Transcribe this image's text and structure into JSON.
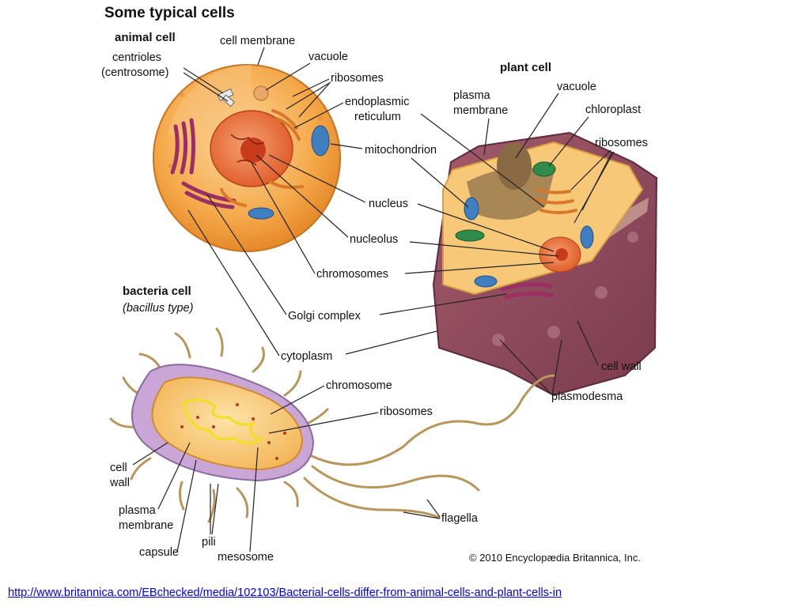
{
  "title": "Some typical cells",
  "animal": {
    "header": "animal cell",
    "labels": {
      "centrioles": "centrioles",
      "centrosome": "(centrosome)",
      "membrane": "cell membrane",
      "vacuole": "vacuole",
      "ribosomes": "ribosomes",
      "er1": "endoplasmic",
      "er2": "reticulum",
      "mito": "mitochondrion",
      "nucleus": "nucleus",
      "nucleolus": "nucleolus",
      "chromosomes": "chromosomes",
      "golgi": "Golgi complex",
      "cytoplasm": "cytoplasm"
    }
  },
  "plant": {
    "header": "plant cell",
    "labels": {
      "plasma1": "plasma",
      "plasma2": "membrane",
      "vacuole": "vacuole",
      "chloroplast": "chloroplast",
      "ribosomes": "ribosomes",
      "wall": "cell wall",
      "plasmodesma": "plasmodesma"
    }
  },
  "bacteria": {
    "header": "bacteria cell",
    "subheader": "(bacillus type)",
    "labels": {
      "chromosome": "chromosome",
      "ribosomes": "ribosomes",
      "wall1": "cell",
      "wall2": "wall",
      "plasma1": "plasma",
      "plasma2": "membrane",
      "capsule": "capsule",
      "pili": "pili",
      "mesosome": "mesosome",
      "flagella": "flagella"
    }
  },
  "copyright": "© 2010 Encyclopædia Britannica, Inc.",
  "source_url": "http://www.britannica.com/EBchecked/media/102103/Bacterial-cells-differ-from-animal-cells-and-plant-cells-in",
  "colors": {
    "animal_cytoplasm": "#f5a94a",
    "nucleus": "#e8602a",
    "golgi": "#9b2f63",
    "mitochondrion": "#3f7fc0",
    "chloroplast": "#2e8b4a",
    "plant_wall": "#8a4a5c",
    "bacteria_capsule": "#c9a6d6",
    "flagella": "#b8965a",
    "link": "#0000ee"
  }
}
